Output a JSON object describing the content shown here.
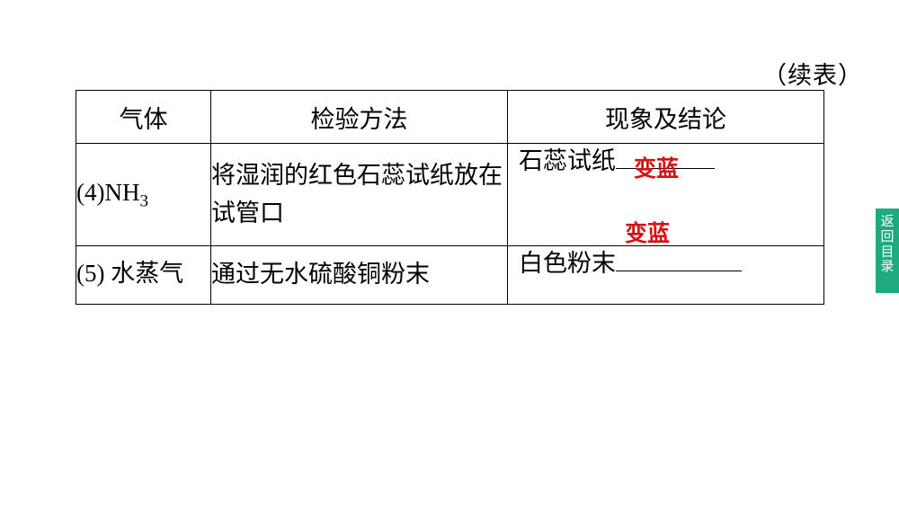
{
  "slide": {
    "continued_label": "（续表）",
    "table": {
      "headers": [
        "气体",
        "检验方法",
        "现象及结论"
      ],
      "rows": [
        {
          "gas_prefix": "(4)NH",
          "gas_sub": "3",
          "method": "将湿润的红色石蕊试纸放在试管口",
          "conclusion_text": "石蕊试纸",
          "annotation": "变蓝"
        },
        {
          "gas_prefix": "(5) 水蒸气",
          "gas_sub": "",
          "method": "通过无水硫酸铜粉末",
          "conclusion_text": "白色粉末",
          "annotation": "变蓝"
        }
      ]
    },
    "side_tab": {
      "lines": [
        "返",
        "回",
        "目",
        "录"
      ],
      "color": "#1fa97f"
    },
    "annotation_color": "#d31414"
  }
}
